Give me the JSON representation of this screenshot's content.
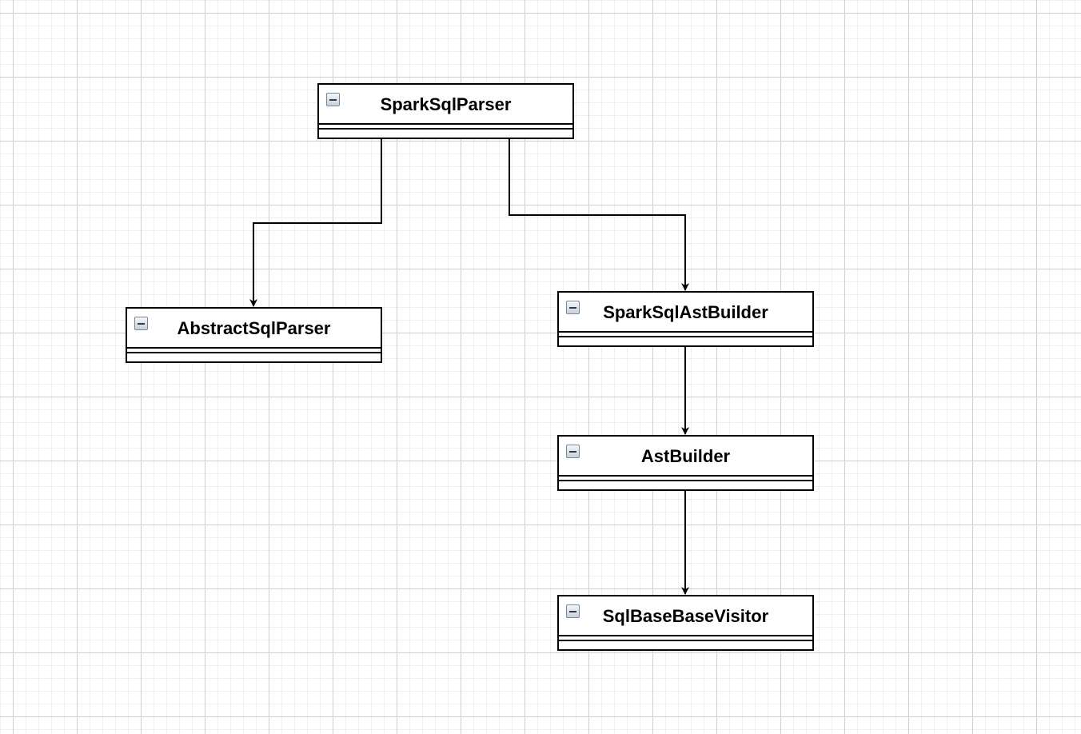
{
  "diagram": {
    "classes": [
      {
        "id": "spark-sql-parser",
        "name": "SparkSqlParser"
      },
      {
        "id": "abstract-sql-parser",
        "name": "AbstractSqlParser"
      },
      {
        "id": "spark-sql-ast-builder",
        "name": "SparkSqlAstBuilder"
      },
      {
        "id": "ast-builder",
        "name": "AstBuilder"
      },
      {
        "id": "sql-base-base-visitor",
        "name": "SqlBaseBaseVisitor"
      }
    ],
    "relations": [
      {
        "from": "SparkSqlParser",
        "to": "AbstractSqlParser"
      },
      {
        "from": "SparkSqlParser",
        "to": "SparkSqlAstBuilder"
      },
      {
        "from": "SparkSqlAstBuilder",
        "to": "AstBuilder"
      },
      {
        "from": "AstBuilder",
        "to": "SqlBaseBaseVisitor"
      }
    ],
    "colors": {
      "line": "#000000",
      "grid_major": "#d0d0d0",
      "grid_minor": "#efefef",
      "background": "#ffffff"
    },
    "icons": {
      "collapse": "collapse-minus-icon"
    }
  }
}
